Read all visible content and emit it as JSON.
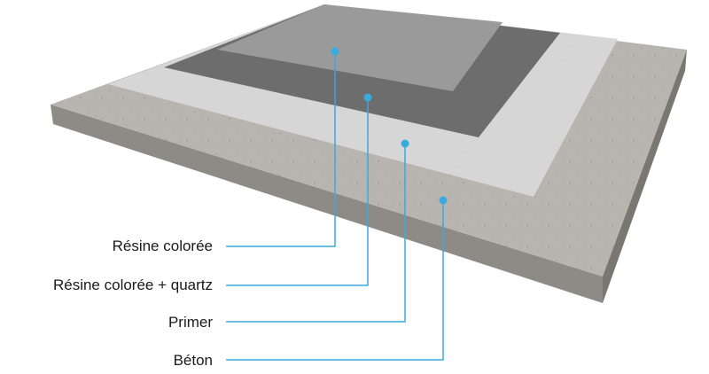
{
  "layers": [
    {
      "label": "Résine colorée",
      "color": "#9a9a9a"
    },
    {
      "label": "Résine colorée + quartz",
      "color": "#6d6d6d"
    },
    {
      "label": "Primer",
      "color": "#d6d6d6"
    },
    {
      "label": "Béton",
      "color": "#b8b5b0"
    }
  ],
  "colors": {
    "leader": "#3aa9de",
    "slab_edge": "#8e8b86",
    "slab_side": "#7a7772"
  }
}
